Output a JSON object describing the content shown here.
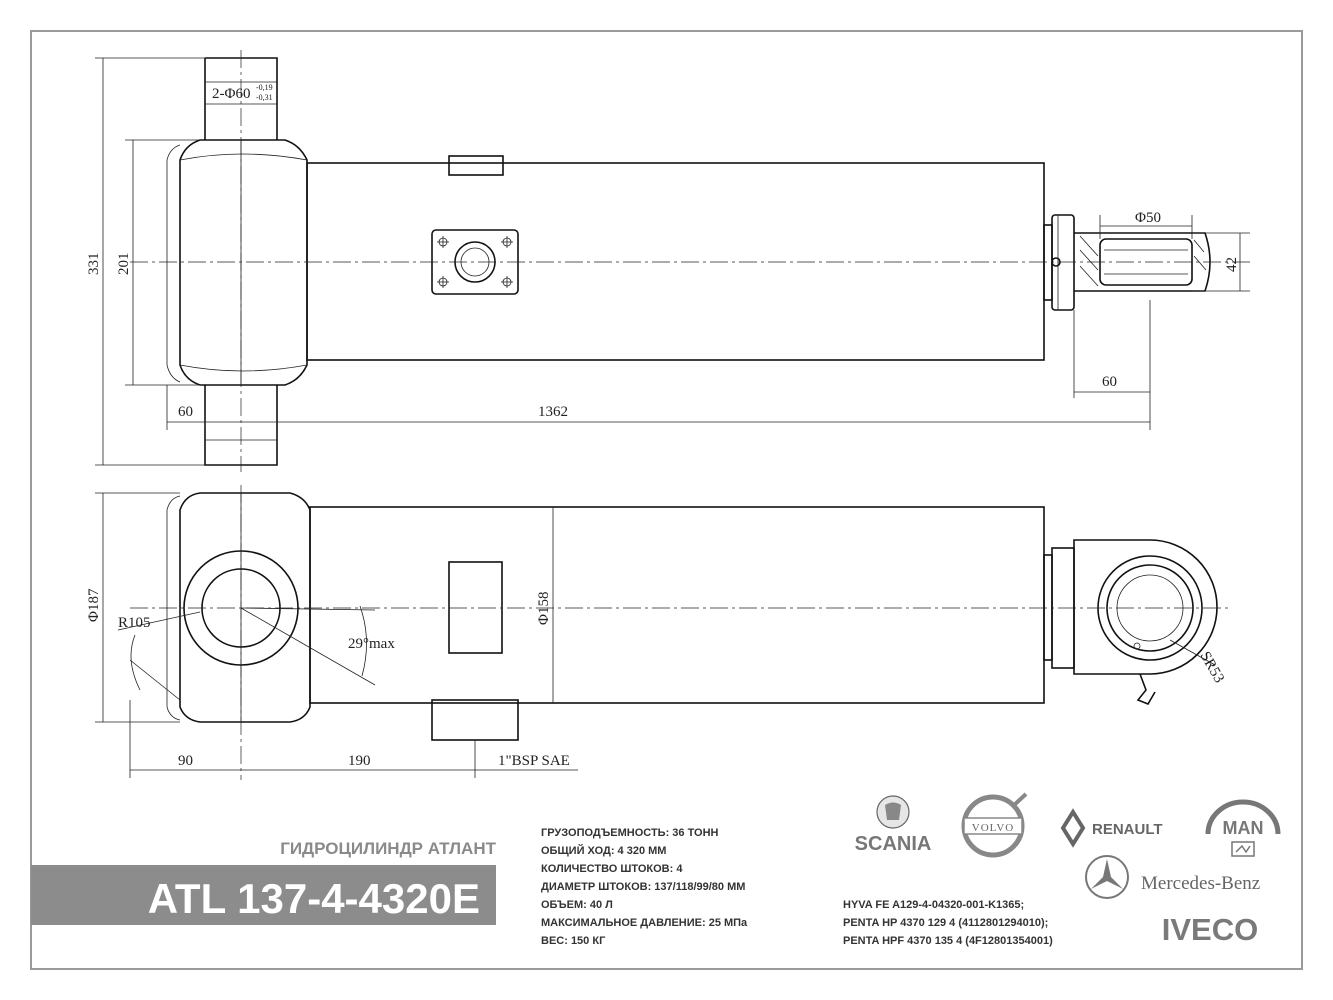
{
  "title": {
    "product_name": "ГИДРОЦИЛИНДР АТЛАНТ",
    "model": "ATL 137-4-4320E"
  },
  "specs": [
    "ГРУЗОПОДЪЕМНОСТЬ: 36 ТОНН",
    "ОБЩИЙ ХОД: 4 320 ММ",
    "КОЛИЧЕСТВО ШТОКОВ:   4",
    "ДИАМЕТР ШТОКОВ: 137/118/99/80 ММ",
    "ОБЪЕМ: 40 Л",
    "МАКСИМАЛЬНОЕ ДАВЛЕНИЕ: 25 МПа",
    "ВЕС: 150 КГ"
  ],
  "cross_refs": [
    "HYVA FE A129-4-04320-001-K1365;",
    "PENTA HP 4370 129 4 (4112801294010);",
    "PENTA HPF 4370 135 4 (4F12801354001)"
  ],
  "brands": {
    "scania": "SCANIA",
    "volvo": "VOLVO",
    "renault": "RENAULT",
    "man": "MAN",
    "mercedes": "Mercedes-Benz",
    "iveco": "IVECO"
  },
  "dimensions": {
    "trunnion": "2-Φ60",
    "trunnion_tol_upper": "-0,19",
    "trunnion_tol_lower": "-0,31",
    "height_331": "331",
    "height_201": "201",
    "eye_phi50": "Φ50",
    "eye_42": "42",
    "eye_60": "60",
    "left_60": "60",
    "length_1362": "1362",
    "phi187": "Φ187",
    "r105": "R105",
    "angle": "29°max",
    "phi158": "Φ158",
    "sr53": "SR53",
    "d90": "90",
    "d190": "190",
    "port": "1\"BSP SAE"
  },
  "colors": {
    "title_band": "#8c8c8c",
    "title_text": "#ffffff",
    "frame": "#9a9a9a"
  }
}
